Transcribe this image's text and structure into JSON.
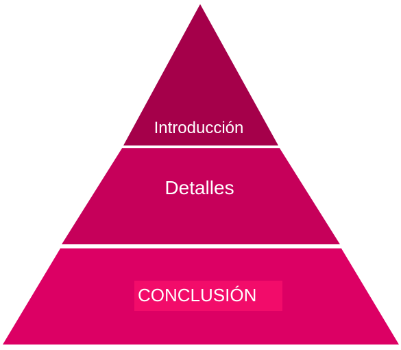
{
  "pyramid": {
    "tiers": [
      {
        "label": "Introducción",
        "color": "#a5004a"
      },
      {
        "label": "Detalles",
        "color": "#c6005a"
      },
      {
        "label": "CONCLUSIÓN",
        "color": "#dc0064",
        "highlight_color": "#f20c6a"
      }
    ],
    "separator_color": "#ffffff"
  }
}
